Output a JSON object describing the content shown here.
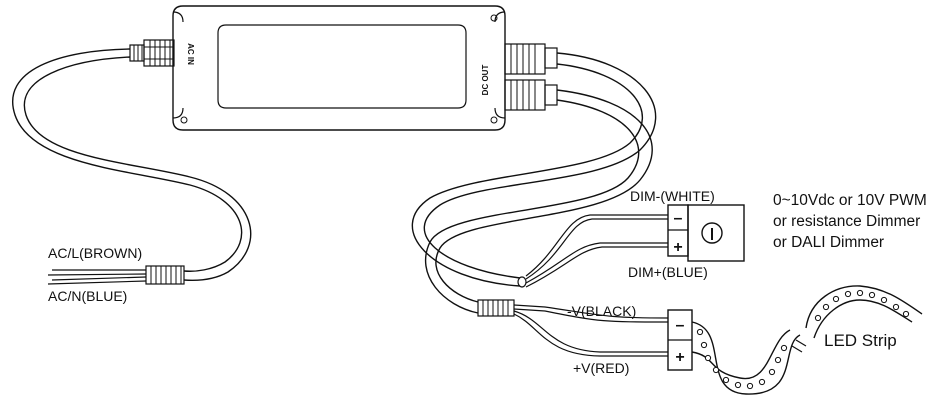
{
  "driver": {
    "input_marking": "AC IN",
    "output_marking": "DC OUT"
  },
  "ac_input": {
    "live_label": "AC/L(BROWN)",
    "neutral_label": "AC/N(BLUE)"
  },
  "dimmer": {
    "minus_label": "DIM-(WHITE)",
    "plus_label": "DIM+(BLUE)",
    "minus_sign": "–",
    "plus_sign": "+",
    "description": [
      "0~10Vdc or 10V PWM",
      "or resistance Dimmer",
      "or DALI Dimmer"
    ]
  },
  "output": {
    "negative_label": "-V(BLACK)",
    "positive_label": "+V(RED)",
    "minus_sign": "–",
    "plus_sign": "+"
  },
  "led_strip": {
    "label": "LED Strip"
  }
}
